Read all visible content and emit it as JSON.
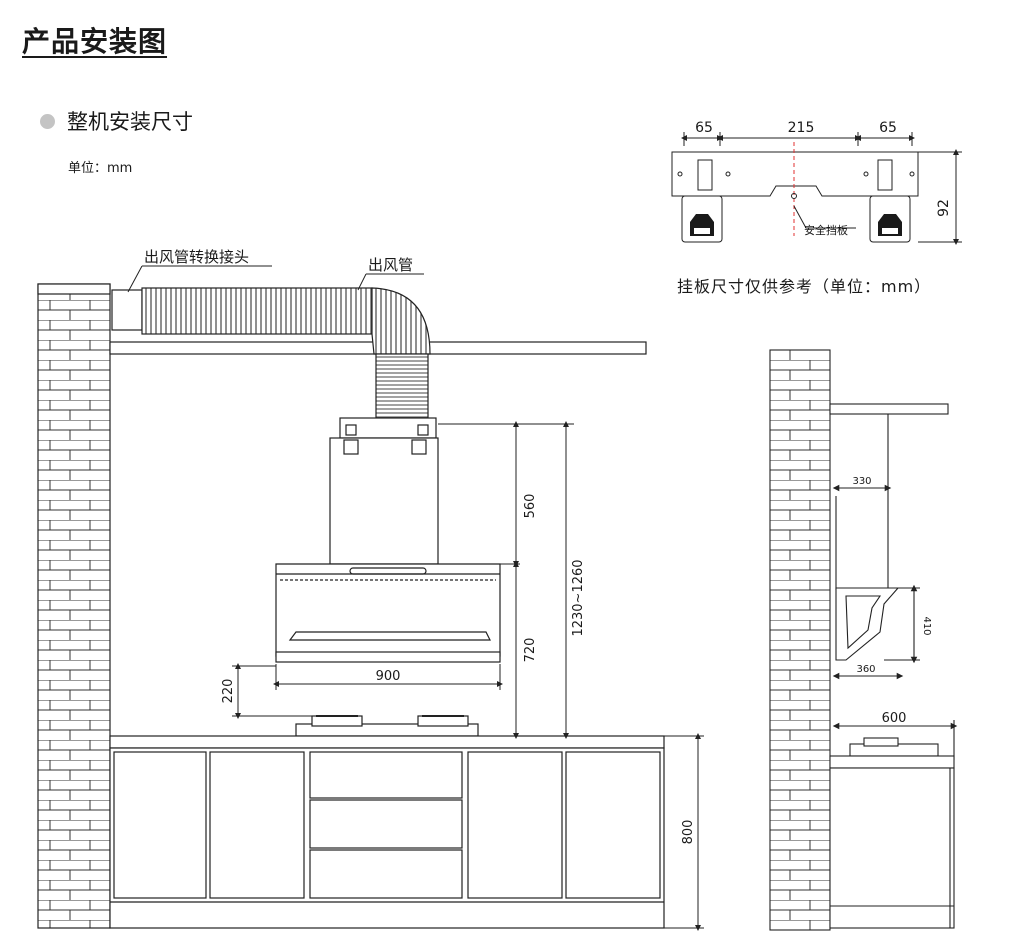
{
  "title": "产品安装图",
  "section": "整机安装尺寸",
  "unit": "单位：mm",
  "plate_caption": "挂板尺寸仅供参考（单位：mm）",
  "plate_label": "安全挡板",
  "labels": {
    "duct_adapter": "出风管转换接头",
    "duct": "出风管"
  },
  "dims": {
    "plate_left": "65",
    "plate_mid": "215",
    "plate_right": "65",
    "plate_height": "92",
    "chimney_height": "560",
    "hood_height": "720",
    "total_range": "1230~1260",
    "hood_width": "900",
    "hood_to_stove": "220",
    "cabinet_height": "800",
    "side_top_depth": "330",
    "side_bottom_depth": "360",
    "side_height": "410",
    "side_counter_depth": "600"
  },
  "colors": {
    "line": "#222222",
    "bullet": "#c4c4c4",
    "guide": "#e03030"
  }
}
